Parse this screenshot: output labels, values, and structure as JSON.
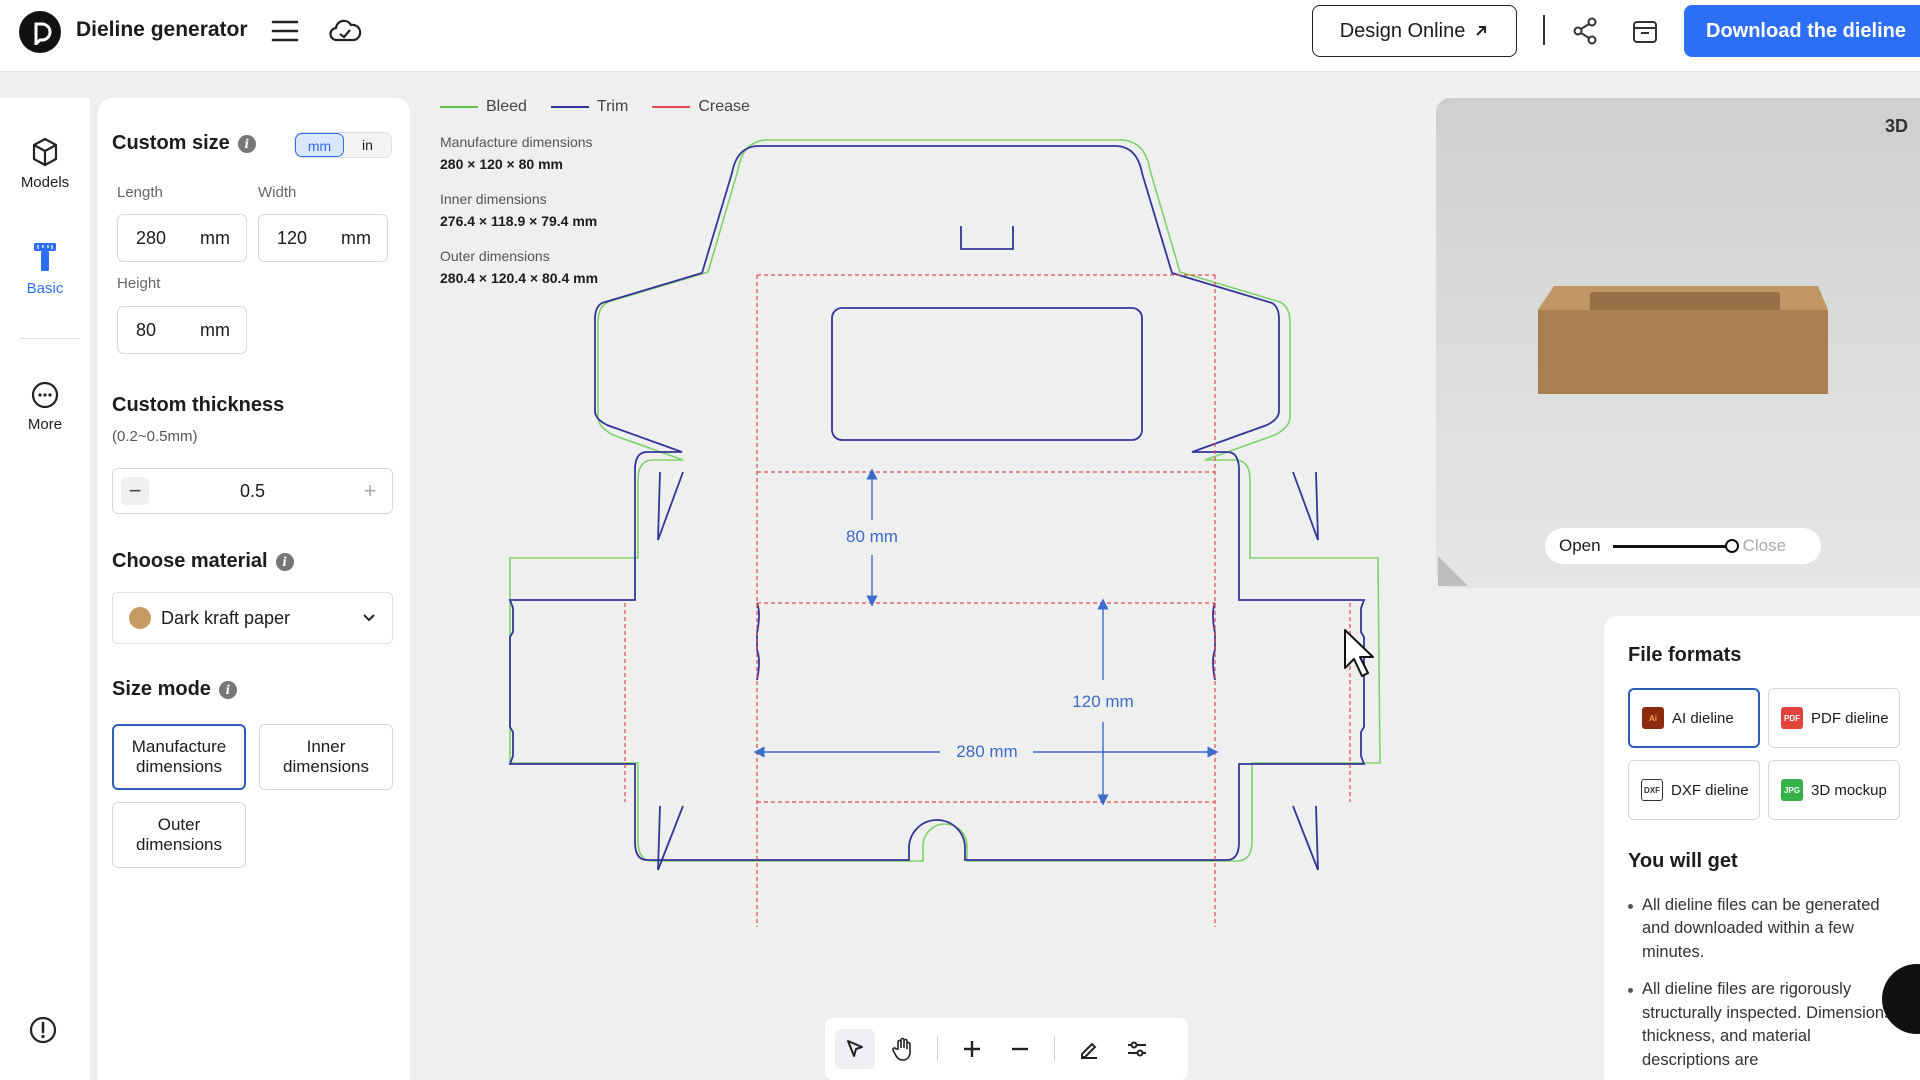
{
  "header": {
    "app_title": "Dieline generator",
    "design_online_label": "Design Online",
    "download_label": "Download the dieline"
  },
  "leftnav": {
    "items": [
      {
        "label": "Models",
        "icon": "cube-icon"
      },
      {
        "label": "Basic",
        "icon": "ruler-t-icon",
        "active": true
      },
      {
        "label": "More",
        "icon": "more-icon"
      }
    ]
  },
  "panel": {
    "custom_size_title": "Custom size",
    "unit_mm": "mm",
    "unit_in": "in",
    "length_label": "Length",
    "length_value": "280",
    "width_label": "Width",
    "width_value": "120",
    "height_label": "Height",
    "height_value": "80",
    "unit": "mm",
    "thickness_title": "Custom thickness",
    "thickness_range": "(0.2~0.5mm)",
    "thickness_value": "0.5",
    "material_title": "Choose material",
    "material_value": "Dark kraft paper",
    "material_color": "#c39a62",
    "size_mode_title": "Size mode",
    "modes": [
      "Manufacture dimensions",
      "Inner dimensions",
      "Outer dimensions"
    ]
  },
  "canvas": {
    "legend": [
      {
        "label": "Bleed",
        "color": "#5cc24a"
      },
      {
        "label": "Trim",
        "color": "#34359a"
      },
      {
        "label": "Crease",
        "color": "#e04a4a"
      }
    ],
    "manufacture_label": "Manufacture dimensions",
    "manufacture_value": "280 × 120 × 80 mm",
    "inner_label": "Inner dimensions",
    "inner_value": "276.4 × 118.9 × 79.4 mm",
    "outer_label": "Outer dimensions",
    "outer_value": "280.4 × 120.4 × 80.4 mm",
    "dim_height": "80 mm",
    "dim_width": "120 mm",
    "dim_length": "280 mm"
  },
  "preview": {
    "badge": "3D",
    "open_label": "Open",
    "close_label": "Close",
    "open_state": 1.0
  },
  "formats": {
    "title": "File formats",
    "items": [
      {
        "label": "AI dieline",
        "icon_text": "Ai",
        "color": "#8a2a0f"
      },
      {
        "label": "PDF dieline",
        "icon_text": "PDF",
        "color": "#e0443a"
      },
      {
        "label": "DXF dieline",
        "icon_text": "DXF",
        "color": "#333333"
      },
      {
        "label": "3D mockup",
        "icon_text": "JPG",
        "color": "#36b24a"
      }
    ],
    "you_get_title": "You will get",
    "bullets": [
      "All dieline files can be generated and downloaded within a few minutes.",
      "All dieline files are rigorously structurally inspected. Dimensions, thickness, and material descriptions are"
    ]
  }
}
